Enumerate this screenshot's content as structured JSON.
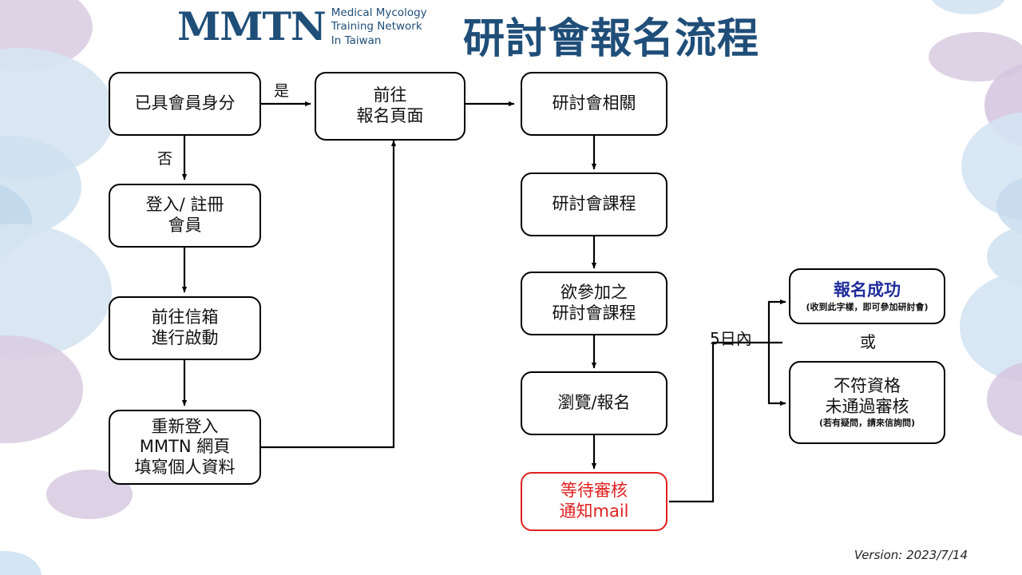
{
  "header": {
    "logo_mark": "MMTN",
    "logo_sub_lines": [
      "Medical Mycology",
      "Training Network",
      "In Taiwan"
    ],
    "title": "研討會報名流程",
    "brand_color": "#1F4E79"
  },
  "footer": {
    "version": "Version: 2023/7/14"
  },
  "colors": {
    "brand": "#1F4E79",
    "node_border": "#000000",
    "alert_red": "#E02020",
    "success_blue": "#1F2D9B",
    "blob_blue": "#D6E4F2",
    "blob_purple": "#D8CBE0"
  },
  "nodes": [
    {
      "id": "member-status",
      "lines": [
        "已具會員身分"
      ]
    },
    {
      "id": "login-register",
      "lines": [
        "登入/ 註冊",
        "會員"
      ]
    },
    {
      "id": "go-mailbox",
      "lines": [
        "前往信箱",
        "進行啟動"
      ]
    },
    {
      "id": "relogin-fill",
      "lines": [
        "重新登入",
        "MMTN 網頁",
        "填寫個人資料"
      ]
    },
    {
      "id": "go-signup-page",
      "lines": [
        "前往",
        "報名頁面"
      ]
    },
    {
      "id": "seminar-related",
      "lines": [
        "研討會相關"
      ]
    },
    {
      "id": "seminar-course",
      "lines": [
        "研討會課程"
      ]
    },
    {
      "id": "desired-course",
      "lines": [
        "欲參加之",
        "研討會課程"
      ]
    },
    {
      "id": "browse-signup",
      "lines": [
        "瀏覽/報名"
      ]
    },
    {
      "id": "waiting-review",
      "lines": [
        "等待審核",
        "通知mail"
      ]
    },
    {
      "id": "signup-success",
      "lines": [
        "報名成功"
      ],
      "note": "(收到此字樣，即可參加研討會)"
    },
    {
      "id": "not-qualified",
      "lines": [
        "不符資格",
        "未通過審核"
      ],
      "note": "(若有疑問，請來信詢問)"
    }
  ],
  "edge_labels": [
    {
      "id": "yes",
      "text": "是"
    },
    {
      "id": "no",
      "text": "否"
    },
    {
      "id": "within-5-days",
      "text": "5日內"
    },
    {
      "id": "or",
      "text": "或"
    }
  ]
}
